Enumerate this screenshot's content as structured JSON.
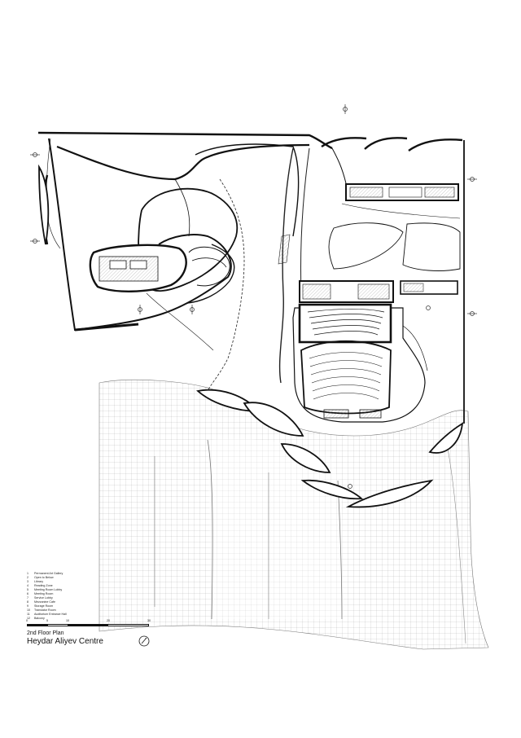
{
  "legend": {
    "items": [
      {
        "num": "1",
        "label": "Permanent Art Gallery"
      },
      {
        "num": "2",
        "label": "Open to Below"
      },
      {
        "num": "3",
        "label": "Library"
      },
      {
        "num": "4",
        "label": "Reading Zone"
      },
      {
        "num": "5",
        "label": "Meeting Room Lobby"
      },
      {
        "num": "6",
        "label": "Meeting Room"
      },
      {
        "num": "7",
        "label": "Service Lobby"
      },
      {
        "num": "8",
        "label": "Mezzanine Cafe"
      },
      {
        "num": "9",
        "label": "Storage Room"
      },
      {
        "num": "10",
        "label": "Translator Room"
      },
      {
        "num": "11",
        "label": "Auditorium Entrance Hall"
      },
      {
        "num": "12",
        "label": "Balcony"
      }
    ]
  },
  "scale": {
    "ticks": [
      "0",
      "5",
      "10",
      "20",
      "30"
    ]
  },
  "plan": {
    "subtitle": "2nd Floor Plan",
    "title": "Heydar Aliyev Centre"
  }
}
